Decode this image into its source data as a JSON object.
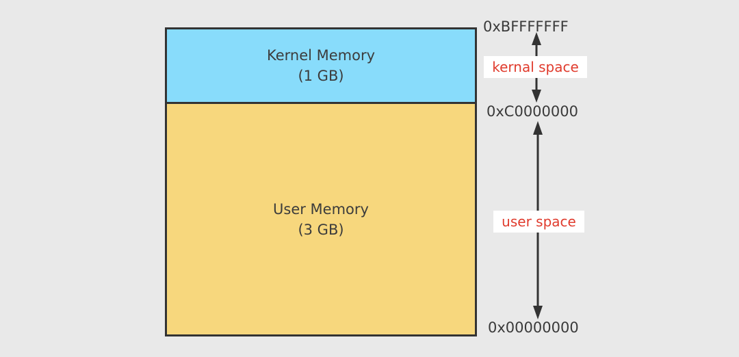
{
  "diagram": {
    "title": "",
    "kernel_region": {
      "name": "Kernel Memory",
      "size": "(1 GB)",
      "color": "#88dcfb"
    },
    "user_region": {
      "name": "User Memory",
      "size": "(3 GB)",
      "color": "#f7d77d"
    },
    "addresses": {
      "top": "0xBFFFFFFF",
      "boundary": "0xC0000000",
      "bottom": "0x00000000"
    },
    "spaces": {
      "kernel": "kernal space",
      "user": "user space",
      "label_color": "#e03b2d"
    }
  }
}
